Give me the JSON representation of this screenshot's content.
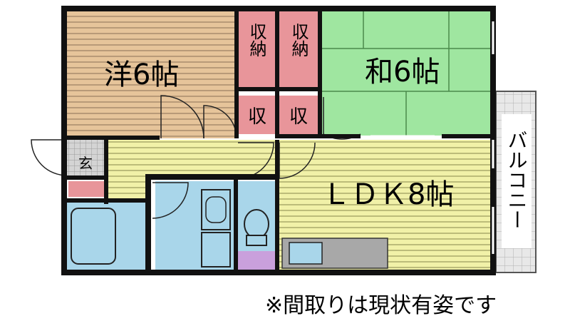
{
  "rooms": {
    "western": "洋6帖",
    "japanese": "和6帖",
    "ldk": "ＬＤＫ8帖",
    "storage_left": "収納",
    "storage_right": "収納",
    "closet_left": "収",
    "closet_right": "収",
    "entrance": "玄",
    "balcony": "バルコニー"
  },
  "note": "※間取りは現状有姿です",
  "colors": {
    "western_floor": "#e6c49a",
    "western_stripe": "#b89a78",
    "japanese_floor": "#9fe6a0",
    "ldk_floor": "#f1f1a8",
    "ldk_stripe": "#bcbc7a",
    "storage": "#e8959a",
    "wet_area": "#a9d6ea",
    "toilet_mat": "#c9a0dc",
    "entrance_tile": "#c8c8c8",
    "kitchen": "#a8a8a8",
    "wall": "#111111"
  }
}
